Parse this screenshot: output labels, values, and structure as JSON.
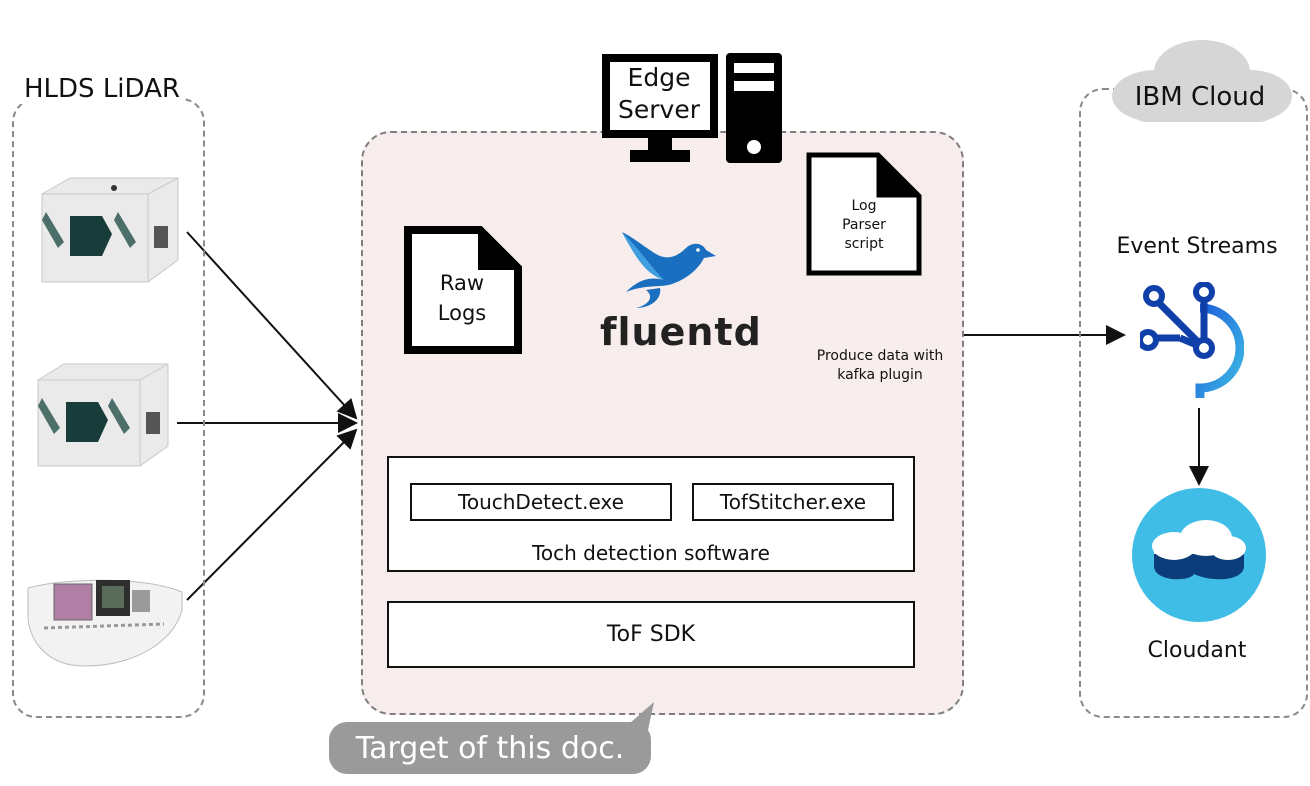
{
  "lidar": {
    "title": "HLDS LiDAR"
  },
  "edge": {
    "server_label_line1": "Edge",
    "server_label_line2": "Server",
    "raw_logs_line1": "Raw",
    "raw_logs_line2": "Logs",
    "fluentd": "fluentd",
    "log_parser_line1": "Log",
    "log_parser_line2": "Parser",
    "log_parser_line3": "script",
    "kafka_note_line1": "Produce data with",
    "kafka_note_line2": "kafka plugin",
    "touch_detect": "TouchDetect.exe",
    "tof_stitcher": "TofStitcher.exe",
    "touch_software": "Toch detection software",
    "tof_sdk": "ToF SDK"
  },
  "cloud": {
    "title": "IBM Cloud",
    "event_streams": "Event Streams",
    "cloudant": "Cloudant"
  },
  "callout": "Target of this doc.",
  "colors": {
    "edge_bg": "#f8eded",
    "fluentd_blue": "#1a6fc0",
    "event_streams_blue": "#0f62fe",
    "cloudant_circle": "#3fbde6",
    "cloudant_dark": "#0a3d7a",
    "cloud_gray": "#d6d6d6",
    "callout_gray": "#9a9a9a"
  }
}
